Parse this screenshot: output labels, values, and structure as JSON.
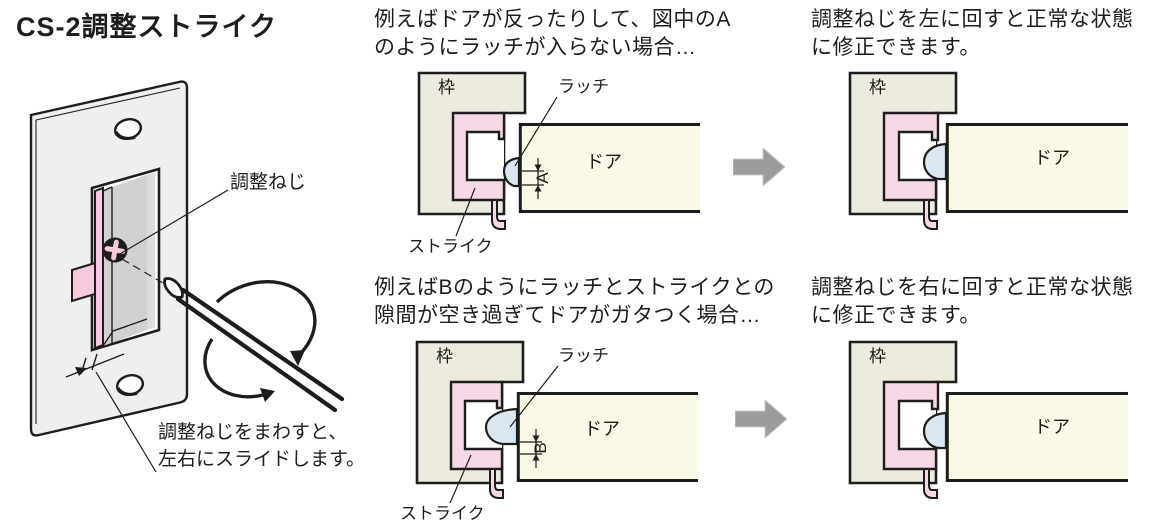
{
  "title": "CS-2調整ストライク",
  "left_illustration": {
    "screw_label": "調整ねじ",
    "caption_line1": "調整ねじをまわすと、",
    "caption_line2": "左右にスライドします。"
  },
  "case_a": {
    "problem_line1": "例えばドアが反ったりして、図中のA",
    "problem_line2": "のようにラッチが入らない場合…",
    "labels": {
      "frame": "枠",
      "latch": "ラッチ",
      "door": "ドア",
      "strike": "ストライク",
      "dimension": "A"
    },
    "result_line1": "調整ねじを左に回すと正常な状態",
    "result_line2": "に修正できます。",
    "result_labels": {
      "frame": "枠",
      "door": "ドア"
    }
  },
  "case_b": {
    "problem_line1": "例えばBのようにラッチとストライクとの",
    "problem_line2": "隙間が空き過ぎてドアがガタつく場合…",
    "labels": {
      "frame": "枠",
      "latch": "ラッチ",
      "door": "ドア",
      "strike": "ストライク",
      "dimension": "B"
    },
    "result_line1": "調整ねじを右に回すと正常な状態",
    "result_line2": "に修正できます。",
    "result_labels": {
      "frame": "枠",
      "door": "ドア"
    }
  },
  "colors": {
    "outline": "#1d1d1b",
    "strike_pink": "#f8d7e7",
    "strike_pink_deep": "#f7c9de",
    "frame_beige": "#edebdf",
    "door_cream": "#fbf8e6",
    "latch_blue": "#d9e7f3",
    "plate_gray": "#f0efed",
    "recess_gray": "#d2d1d0",
    "arrow_gray": "#9c9c9c"
  }
}
